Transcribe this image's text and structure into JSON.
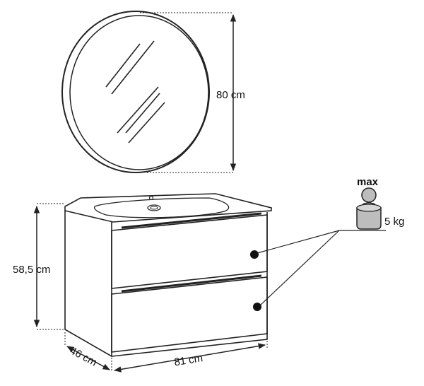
{
  "labels": {
    "mirror_height": "80 cm",
    "cabinet_height": "58,5 cm",
    "cabinet_depth": "46 cm",
    "cabinet_width": "81 cm",
    "load_title": "max",
    "load_value": "5 kg"
  },
  "colors": {
    "line": "#222222",
    "weight_fill": "#bdbdbd",
    "background": "#ffffff"
  },
  "icons": {
    "weight": "weight-icon",
    "load_point": "load-point-icon"
  }
}
